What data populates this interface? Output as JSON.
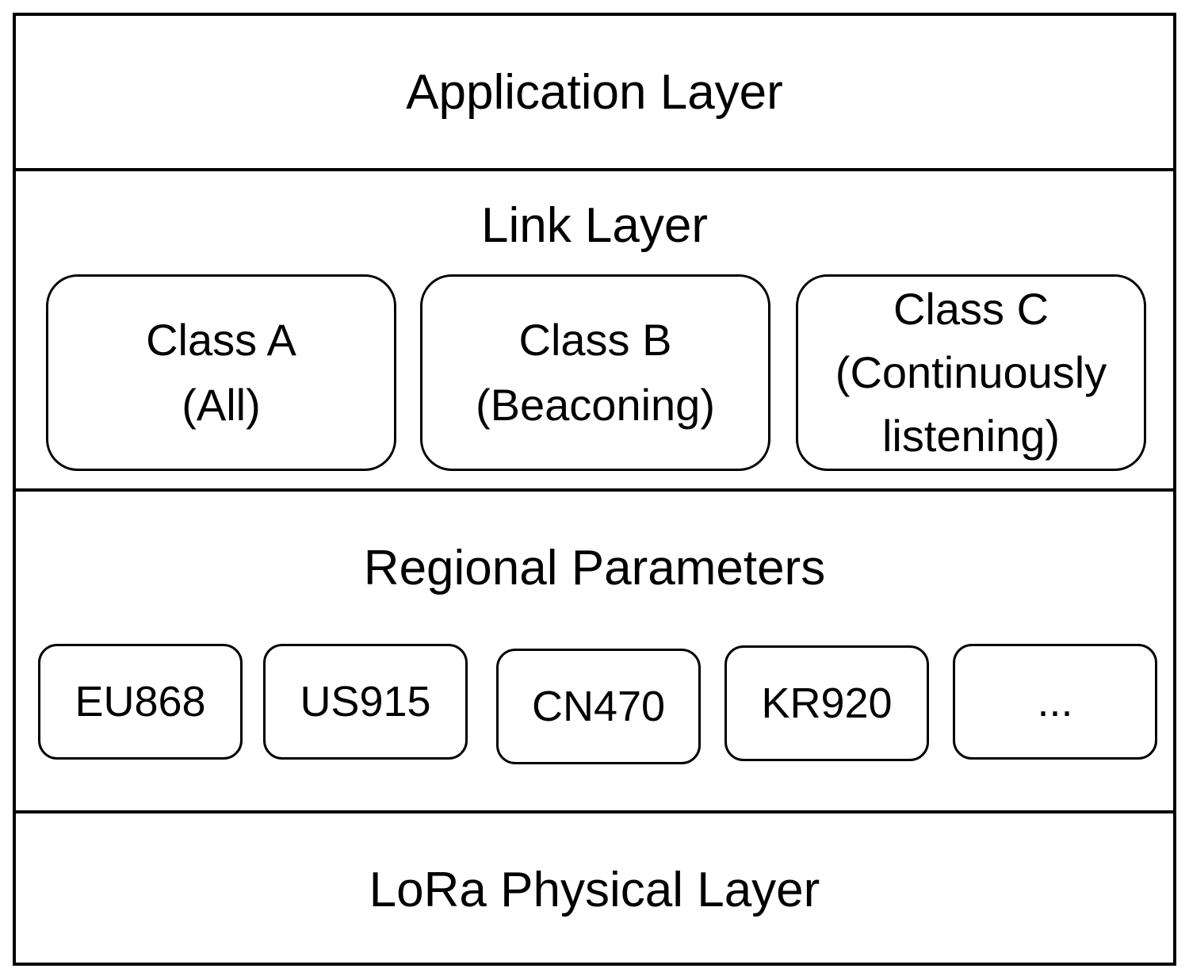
{
  "layers": {
    "application": {
      "title": "Application Layer"
    },
    "link": {
      "title": "Link Layer",
      "classes": [
        {
          "line1": "Class A",
          "line2": "(All)"
        },
        {
          "line1": "Class B",
          "line2": "(Beaconing)"
        },
        {
          "line1": "Class C",
          "line2": "(Continuously",
          "line3": "listening)"
        }
      ]
    },
    "regional": {
      "title": "Regional Parameters",
      "regions": [
        "EU868",
        "US915",
        "CN470",
        "KR920",
        "..."
      ]
    },
    "physical": {
      "title": "LoRa Physical Layer"
    }
  }
}
